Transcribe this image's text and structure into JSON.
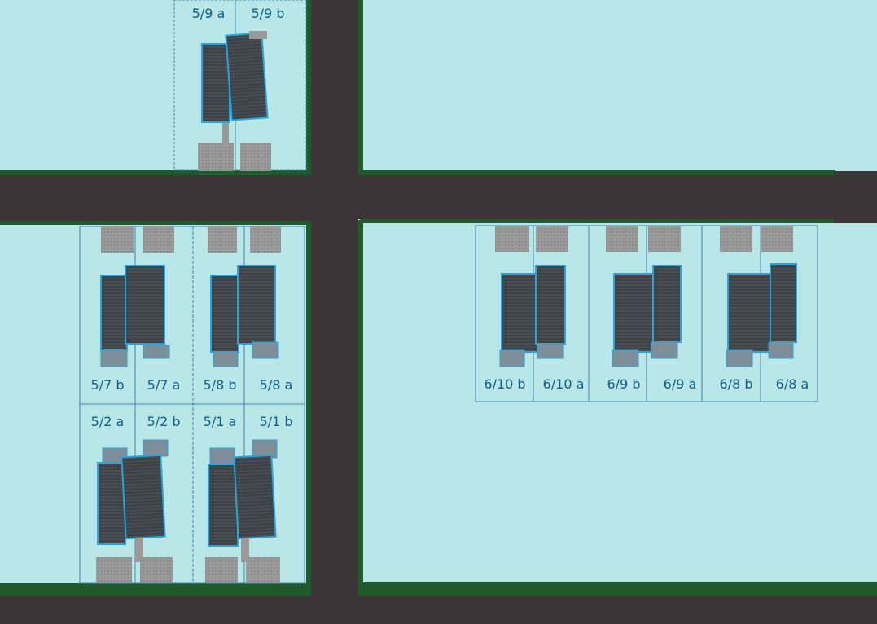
{
  "colors": {
    "ground": "#b9e6e6",
    "road": "#3b3538",
    "curb": "#1f5a2b",
    "roof": "#3d4246",
    "roof_outline": "#2aa3dd",
    "paving": "#9a9a9a",
    "lot_line": "#3f86b3",
    "label": "#0d5f8a"
  },
  "lots": {
    "l59a": "5/9 a",
    "l59b": "5/9 b",
    "l57b": "5/7 b",
    "l57a": "5/7 a",
    "l58b": "5/8 b",
    "l58a": "5/8 a",
    "l52a": "5/2 a",
    "l52b": "5/2 b",
    "l51a": "5/1 a",
    "l51b": "5/1 b",
    "l610b": "6/10 b",
    "l610a": "6/10 a",
    "l69b": "6/9 b",
    "l69a": "6/9 a",
    "l68b": "6/8 b",
    "l68a": "6/8 a"
  }
}
